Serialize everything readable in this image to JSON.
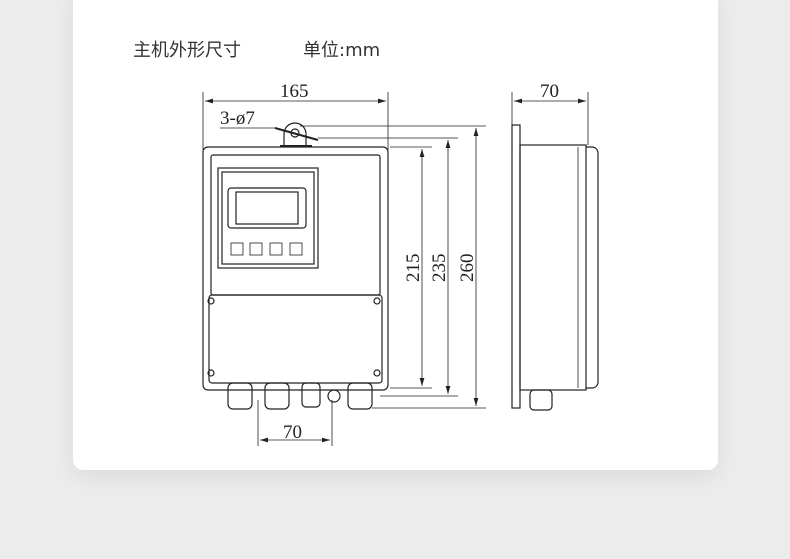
{
  "header": {
    "title": "主机外形尺寸",
    "unit": "单位:mm"
  },
  "dimensions": {
    "width_front": "165",
    "hole": "3-ø7",
    "depth_side": "70",
    "gland_spacing": "70",
    "h1": "215",
    "h2": "235",
    "h3": "260"
  }
}
